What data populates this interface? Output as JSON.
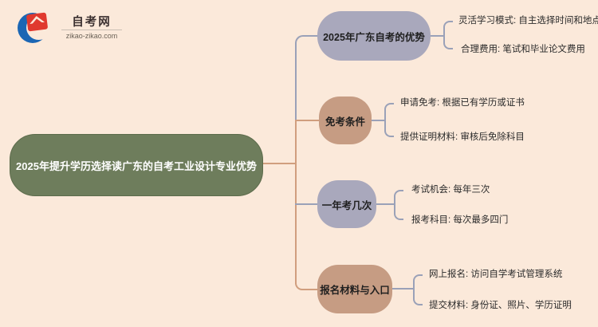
{
  "site": {
    "name": "自考网",
    "domain": "zikao-zikao.com"
  },
  "central_topic": "2025年提升学历选择读广东的自考工业设计专业优势",
  "branches": [
    {
      "label": "2025年广东自考的优势",
      "node_color": "#a9a8bc",
      "leaves": [
        "灵活学习模式: 自主选择时间和地点",
        "合理费用: 笔试和毕业论文费用"
      ]
    },
    {
      "label": "免考条件",
      "node_color": "#c69c83",
      "leaves": [
        "申请免考: 根据已有学历或证书",
        "提供证明材料: 审核后免除科目"
      ]
    },
    {
      "label": "一年考几次",
      "node_color": "#a9a8bc",
      "leaves": [
        "考试机会: 每年三次",
        "报考科目: 每次最多四门"
      ]
    },
    {
      "label": "报名材料与入口",
      "node_color": "#c69c83",
      "leaves": [
        "网上报名: 访问自学考试管理系统",
        "提交材料: 身份证、照片、学历证明"
      ]
    }
  ],
  "colors": {
    "background": "#fbe9da",
    "central_node": "#6e7d5c",
    "central_text": "#ffffff",
    "branch_lavender": "#a9a8bc",
    "branch_tan": "#c69c83",
    "connector_gray": "#9aa1b8",
    "connector_tan": "#d09e7e",
    "logo_blue": "#1b66b4",
    "logo_red": "#e0392e"
  }
}
